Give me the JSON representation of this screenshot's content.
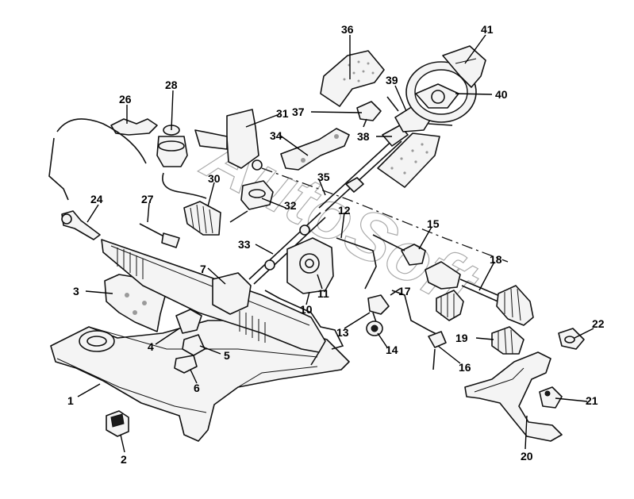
{
  "diagram": {
    "watermark": "AutoSoft",
    "callouts": [
      "1",
      "2",
      "3",
      "4",
      "5",
      "6",
      "7",
      "10",
      "11",
      "12",
      "13",
      "14",
      "15",
      "16",
      "17",
      "18",
      "19",
      "20",
      "21",
      "22",
      "24",
      "26",
      "27",
      "28",
      "30",
      "31",
      "32",
      "33",
      "34",
      "35",
      "36",
      "37",
      "38",
      "39",
      "40",
      "41"
    ]
  }
}
